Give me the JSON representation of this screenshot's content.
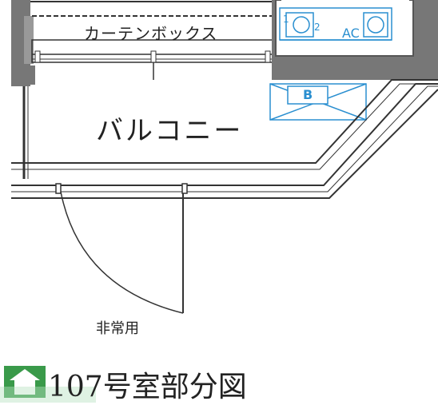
{
  "labels": {
    "curtain_box": "カーテンボックス",
    "balcony": "バルコニー",
    "emergency_exit": "非常用",
    "title": "107号室部分図"
  },
  "symbols": {
    "ac_label": "AC",
    "unit_b_label": "B",
    "outdoor_unit_1": "1",
    "outdoor_unit_2": "2"
  },
  "colors": {
    "wall": "#555555",
    "wall_fill": "#777777",
    "line": "#333333",
    "equipment": "#2a8fd0",
    "logo": "#3a9a4a"
  },
  "icons": {
    "logo": "house-logo-icon",
    "ac_unit": "air-conditioner-icon"
  }
}
